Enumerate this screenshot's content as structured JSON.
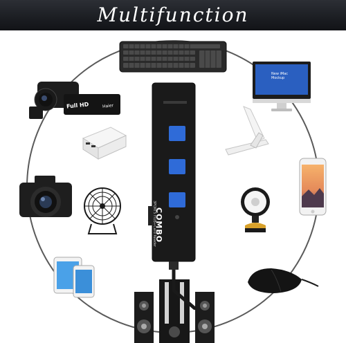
{
  "banner": {
    "title": "Multifunction"
  },
  "hub": {
    "brand": "COMBO",
    "subtitle": "3PORTS HUB+Card Reader"
  },
  "camcorder": {
    "badge": "Full HD",
    "maker": "Haier"
  },
  "monitor": {
    "screen_text": "New iMac Mockup"
  },
  "colors": {
    "banner": "#1b1d22",
    "ring": "#5a5a5a",
    "hub_body": "#1a1a1a",
    "usb_port": "#2f6bd8",
    "monitor_screen": "#2a5fc0"
  },
  "devices": [
    "keyboard",
    "monitor",
    "phone-stand",
    "smartphone",
    "webcam",
    "mouse",
    "speakers",
    "tablets",
    "desk-fan",
    "dslr-camera",
    "power-bank",
    "camcorder",
    "usb-hub"
  ]
}
